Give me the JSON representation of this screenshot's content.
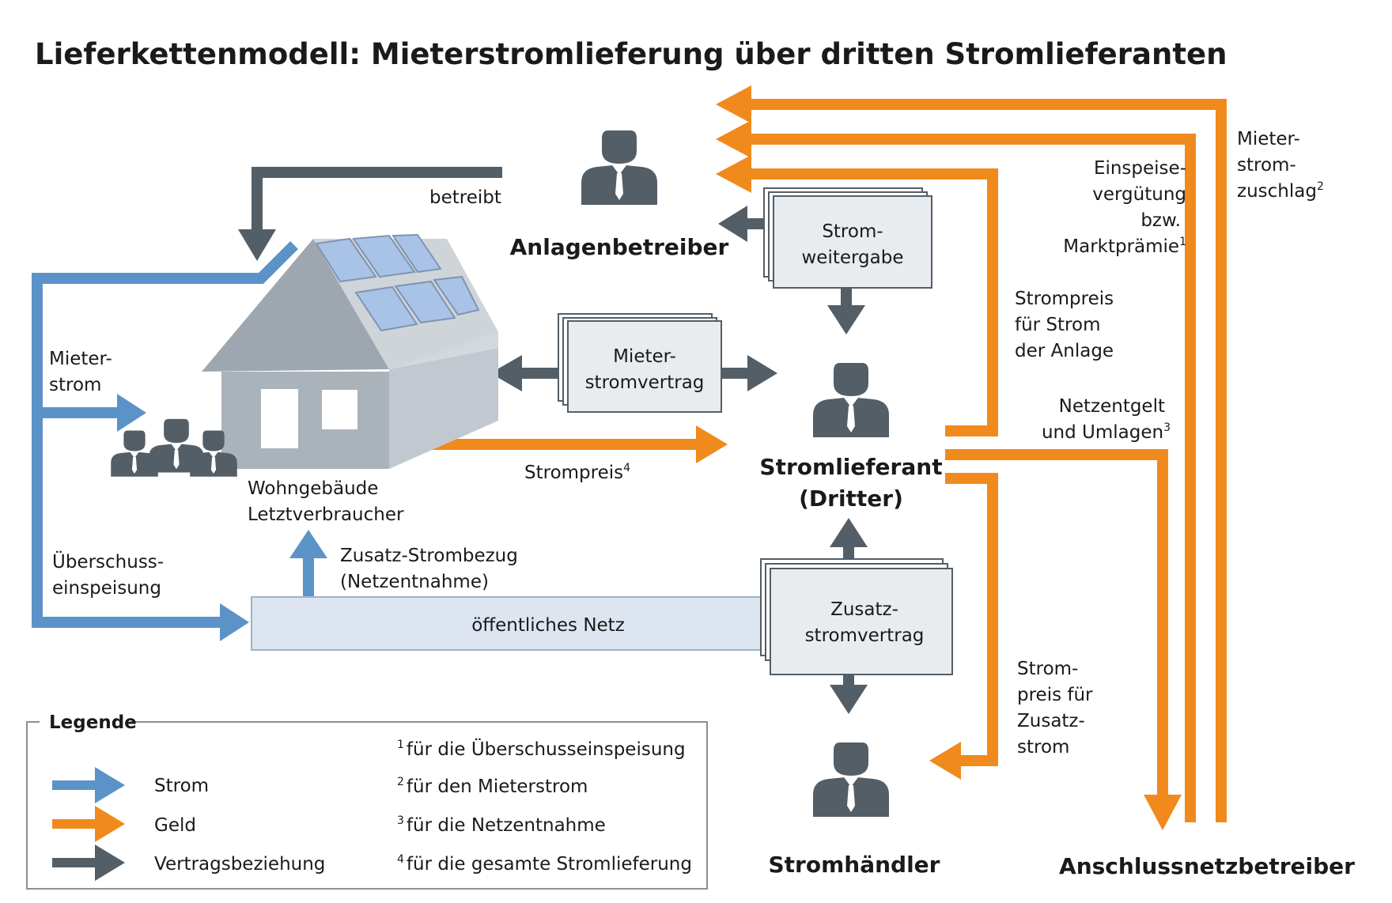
{
  "title": "Lieferkettenmodell: Mieterstromlieferung über dritten Stromlieferanten",
  "actors": {
    "anlagenbetreiber": "Anlagenbetreiber",
    "stromlieferant_line1": "Stromlieferant",
    "stromlieferant_line2": "(Dritter)",
    "stromhaendler": "Stromhändler",
    "anschlussnetzbetreiber": "Anschlussnetzbetreiber"
  },
  "building": {
    "label_line1": "Wohngebäude",
    "label_line2": "Letztverbraucher"
  },
  "contracts": {
    "stromweitergabe_line1": "Strom-",
    "stromweitergabe_line2": "weitergabe",
    "mieterstromvertrag_line1": "Mieter-",
    "mieterstromvertrag_line2": "stromvertrag",
    "zusatzstromvertrag_line1": "Zusatz-",
    "zusatzstromvertrag_line2": "stromvertrag"
  },
  "grid": {
    "label": "öffentliches Netz"
  },
  "flows": {
    "betreibt": "betreibt",
    "mieterstrom_line1": "Mieter-",
    "mieterstrom_line2": "strom",
    "ueberschuss_line1": "Überschuss-",
    "ueberschuss_line2": "einspeisung",
    "zusatz_bezug_line1": "Zusatz-Strombezug",
    "zusatz_bezug_line2": "(Netzentnahme)",
    "strompreis": "Strompreis",
    "strompreis_sup": "4",
    "strompreis_anlage_line1": "Strompreis",
    "strompreis_anlage_line2": "für Strom",
    "strompreis_anlage_line3": "der Anlage",
    "netzentgelt_line1": "Netzentgelt",
    "netzentgelt_line2": "und Umlagen",
    "netzentgelt_sup": "3",
    "einspeise_line1": "Einspeise-",
    "einspeise_line2": "vergütung",
    "einspeise_line3": "bzw.",
    "einspeise_line4": "Marktprämie",
    "einspeise_sup": "1",
    "zuschlag_line1": "Mieter-",
    "zuschlag_line2": "strom-",
    "zuschlag_line3": "zuschlag",
    "zuschlag_sup": "2",
    "zusatzpreis_line1": "Strom-",
    "zusatzpreis_line2": "preis für",
    "zusatzpreis_line3": "Zusatz-",
    "zusatzpreis_line4": "strom"
  },
  "legend": {
    "title": "Legende",
    "strom": "Strom",
    "geld": "Geld",
    "vertrag": "Vertragsbeziehung",
    "fn1_num": "1",
    "fn1": "für die Überschusseinspeisung",
    "fn2_num": "2",
    "fn2": "für den Mieterstrom",
    "fn3_num": "3",
    "fn3": "für die Netzentnahme",
    "fn4_num": "4",
    "fn4": "für die gesamte Stromlieferung"
  },
  "colors": {
    "strom": "#5b93c8",
    "geld": "#f08a1c",
    "vertrag": "#535e67",
    "grid_fill": "#dde5f1",
    "house_wall": "#a8b0b8",
    "solar_panel": "#a9c3e6"
  },
  "icons": {
    "person": "person-icon",
    "household": "household-icon",
    "house": "house-icon",
    "document": "document-icon"
  }
}
